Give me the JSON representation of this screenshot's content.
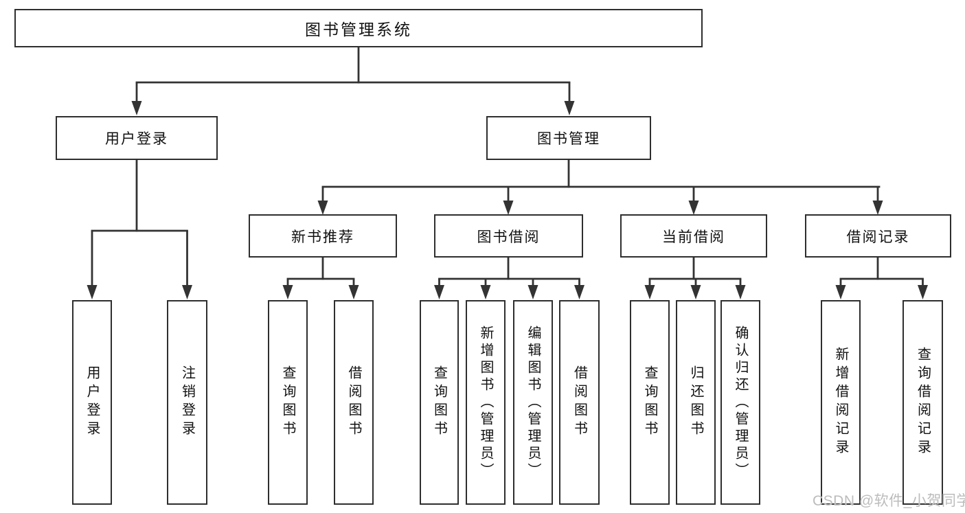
{
  "diagram": {
    "title": "图书管理系统",
    "branches": [
      {
        "label": "用户登录",
        "children": [
          {
            "label": "用户登录"
          },
          {
            "label": "注销登录"
          }
        ]
      },
      {
        "label": "图书管理",
        "children": [
          {
            "label": "新书推荐",
            "children": [
              {
                "label": "查询图书"
              },
              {
                "label": "借阅图书"
              }
            ]
          },
          {
            "label": "图书借阅",
            "children": [
              {
                "label": "查询图书"
              },
              {
                "label": "新增图书（管理员）"
              },
              {
                "label": "编辑图书（管理员）"
              },
              {
                "label": "借阅图书"
              }
            ]
          },
          {
            "label": "当前借阅",
            "children": [
              {
                "label": "查询图书"
              },
              {
                "label": "归还图书"
              },
              {
                "label": "确认归还（管理员）"
              }
            ]
          },
          {
            "label": "借阅记录",
            "children": [
              {
                "label": "新增借阅记录"
              },
              {
                "label": "查询借阅记录"
              }
            ]
          }
        ]
      }
    ]
  },
  "watermark": {
    "text": "CSDN @软件_小贺同学",
    "color": "#bcbcbc"
  },
  "colors": {
    "line": "#333333",
    "box_border": "#2e2e2e",
    "box_fill": "#ffffff",
    "text": "#111111",
    "background": "#ffffff"
  }
}
